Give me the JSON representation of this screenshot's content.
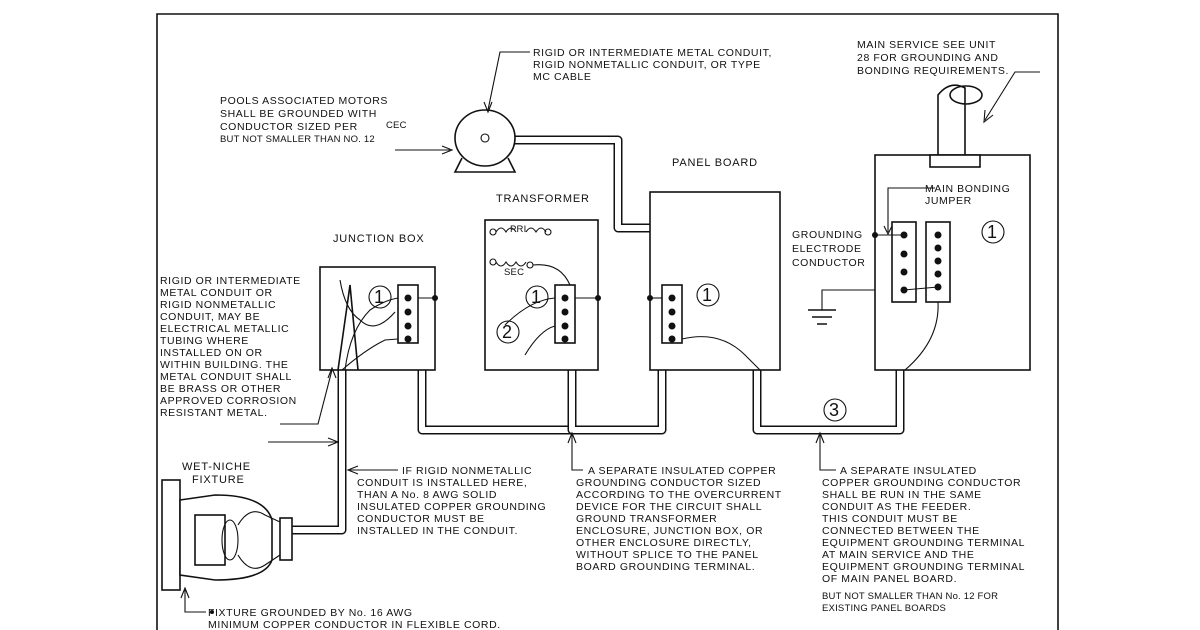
{
  "labels": {
    "rigid_conduit_top": [
      "RIGID OR INTERMEDIATE METAL CONDUIT,",
      "RIGID NONMETALLIC CONDUIT, OR TYPE",
      "MC CABLE"
    ],
    "main_service": [
      "MAIN SERVICE SEE UNIT",
      "28 FOR GROUNDING AND",
      "BONDING REQUIREMENTS."
    ],
    "pool_motors": [
      "POOLS ASSOCIATED MOTORS",
      "SHALL BE GROUNDED WITH",
      "CONDUCTOR SIZED PER"
    ],
    "pool_motors_cec": "CEC",
    "pool_motors_note": "BUT NOT SMALLER THAN NO. 12",
    "panel_board": "PANEL BOARD",
    "transformer": "TRANSFORMER",
    "junction_box": "JUNCTION BOX",
    "pri": "PRI",
    "sec": "SEC",
    "main_bonding_jumper": [
      "MAIN BONDING",
      "JUMPER"
    ],
    "grounding_electrode": [
      "GROUNDING",
      "ELECTRODE",
      "CONDUCTOR"
    ],
    "rigid_left": [
      "RIGID OR INTERMEDIATE",
      "METAL CONDUIT OR",
      "RIGID NONMETALLIC",
      "CONDUIT, MAY BE",
      "ELECTRICAL METALLIC",
      "TUBING WHERE",
      "INSTALLED ON OR",
      "WITHIN BUILDING. THE",
      "METAL CONDUIT SHALL",
      "BE BRASS OR OTHER",
      "APPROVED CORROSION",
      "RESISTANT METAL."
    ],
    "wet_niche": [
      "WET-NICHE",
      "FIXTURE"
    ],
    "if_rigid": [
      "IF RIGID NONMETALLIC",
      "CONDUIT IS INSTALLED HERE,",
      "THAN A No. 8 AWG SOLID",
      "INSULATED COPPER GROUNDING",
      "CONDUCTOR MUST BE",
      "INSTALLED IN THE CONDUIT."
    ],
    "separate_copper": [
      "A SEPARATE INSULATED COPPER",
      "GROUNDING CONDUCTOR SIZED",
      "ACCORDING TO THE OVERCURRENT",
      "DEVICE FOR THE CIRCUIT SHALL",
      "GROUND TRANSFORMER",
      "ENCLOSURE, JUNCTION BOX, OR",
      "OTHER ENCLOSURE DIRECTLY,",
      "WITHOUT SPLICE TO THE PANEL",
      "BOARD GROUNDING TERMINAL."
    ],
    "separate_insulated": [
      "A SEPARATE INSULATED",
      "COPPER GROUNDING CONDUCTOR",
      "SHALL BE RUN IN THE SAME",
      "CONDUIT AS THE FEEDER.",
      "THIS CONDUIT MUST BE",
      "CONNECTED BETWEEN THE",
      "EQUIPMENT GROUNDING TERMINAL",
      "AT MAIN SERVICE AND THE",
      "EQUIPMENT GROUNDING TERMINAL",
      "OF MAIN PANEL BOARD."
    ],
    "separate_insulated_note": [
      "BUT NOT SMALLER THAN No. 12 FOR",
      "EXISTING PANEL BOARDS"
    ],
    "fixture_grounded": [
      "FIXTURE GROUNDED BY No. 16 AWG",
      "MINIMUM COPPER CONDUCTOR IN FLEXIBLE CORD."
    ],
    "numbers": {
      "one": "1",
      "two": "2",
      "three": "3"
    }
  }
}
